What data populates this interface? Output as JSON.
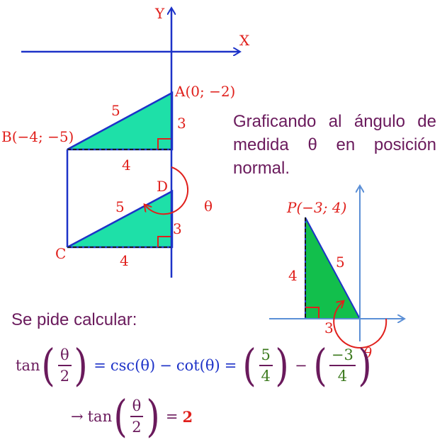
{
  "left_figure": {
    "axis_y": "Y",
    "axis_x": "X",
    "point_a": "A(0; −2)",
    "point_b": "B(−4; −5)",
    "point_c": "C",
    "point_d": "D",
    "upper_hyp": "5",
    "upper_leg_v": "3",
    "upper_leg_h": "4",
    "lower_hyp": "5",
    "lower_leg_v": "3",
    "lower_leg_h": "4",
    "angle": "θ"
  },
  "description": "Graficando al ángulo de medida θ en posición normal.",
  "right_figure": {
    "point_p": "P(−3; 4)",
    "hyp": "5",
    "leg_v": "4",
    "leg_h": "3",
    "angle": "θ"
  },
  "prompt_text": "Se pide calcular:",
  "equation": {
    "tan": "tan",
    "half_num": "θ",
    "half_den": "2",
    "eq_sign": "=",
    "csc": "csc(θ)",
    "minus": "−",
    "cot": "cot(θ)",
    "f1_num": "5",
    "f1_den": "4",
    "f2_num": "−3",
    "f2_den": "4"
  },
  "result": {
    "arrow": "→",
    "tan": "tan",
    "half_num": "θ",
    "half_den": "2",
    "eq_sign": "=",
    "value": "2"
  },
  "colors": {
    "axis_blue": "#1d32c8",
    "light_axis_blue": "#5b8fd6",
    "fill_cyan": "#1ee0a8",
    "fill_green": "#12bf4c",
    "label_red": "#e0201c",
    "text_purple": "#6a1a5c",
    "fraction_green": "#3c7a1e"
  }
}
